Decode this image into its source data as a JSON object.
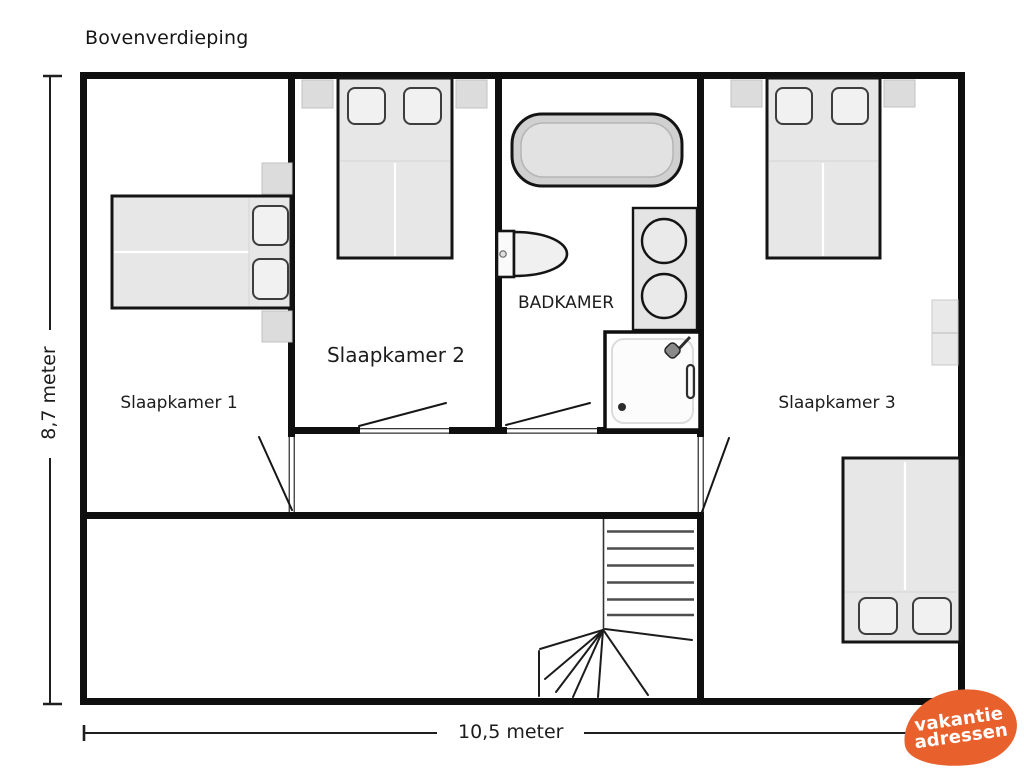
{
  "title": "Bovenverdieping",
  "floor_plan": {
    "rooms": [
      {
        "id": "slaapkamer-1",
        "label": "Slaapkamer 1"
      },
      {
        "id": "slaapkamer-2",
        "label": "Slaapkamer 2"
      },
      {
        "id": "badkamer",
        "label": "BADKAMER"
      },
      {
        "id": "slaapkamer-3",
        "label": "Slaapkamer 3"
      }
    ],
    "dimensions": {
      "height": "8,7 meter",
      "width": "10,5 meter"
    },
    "features": [
      "double-bed-slaapkamer-1",
      "double-bed-slaapkamer-2",
      "double-bed-slaapkamer-3-top",
      "double-bed-slaapkamer-3-bottom",
      "bathtub",
      "toilet",
      "double-sink-vanity",
      "shower",
      "staircase",
      "hallway"
    ]
  },
  "logo": {
    "line1": "vakantie",
    "line2": "adressen"
  },
  "colors": {
    "wall": "#0f0f0f",
    "furniture_fill": "#e7e7e7",
    "furniture_stroke": "#141414",
    "logo_orange": "#e8612d",
    "text": "#1c1c1c"
  }
}
